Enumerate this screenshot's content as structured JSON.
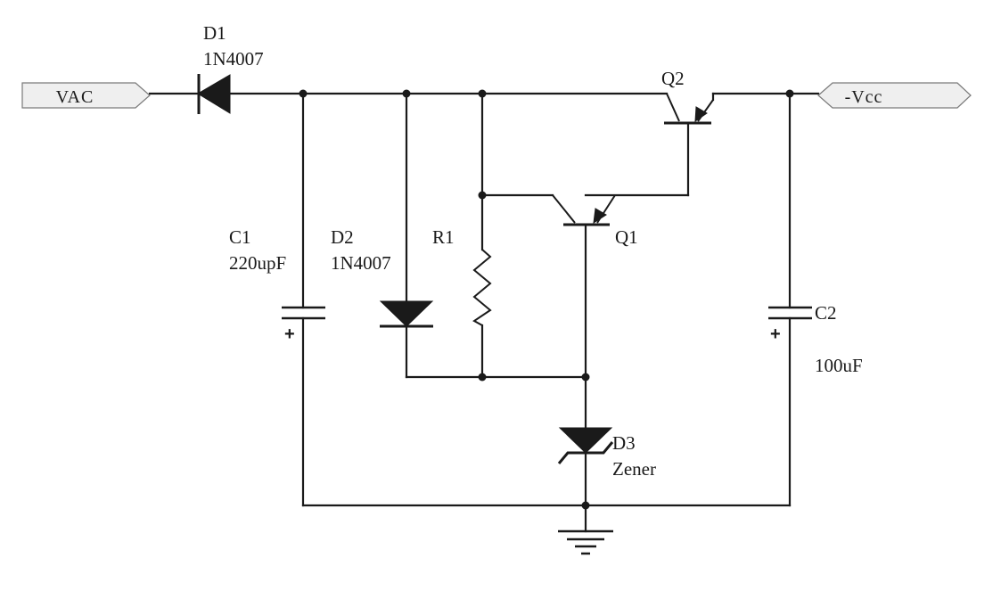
{
  "ports": {
    "input": "VAC",
    "output": "-Vcc"
  },
  "components": {
    "d1": {
      "ref": "D1",
      "value": "1N4007"
    },
    "d2": {
      "ref": "D2",
      "value": "1N4007"
    },
    "d3": {
      "ref": "D3",
      "value": "Zener"
    },
    "r1": {
      "ref": "R1"
    },
    "c1": {
      "ref": "C1",
      "value": "220upF",
      "polarity": "+"
    },
    "c2": {
      "ref": "C2",
      "value": "100uF",
      "polarity": "+"
    },
    "q1": {
      "ref": "Q1"
    },
    "q2": {
      "ref": "Q2"
    }
  }
}
